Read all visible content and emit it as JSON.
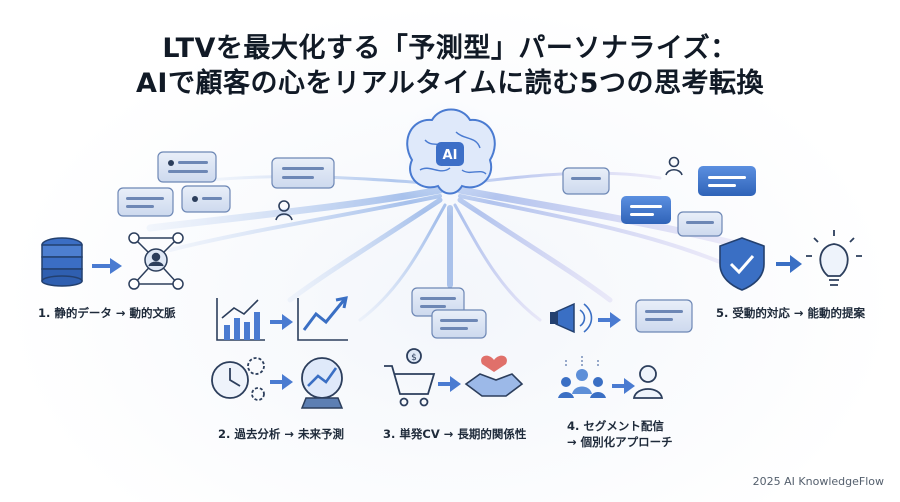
{
  "title": {
    "line1": "LTVを最大化する「予測型」パーソナライズ：",
    "line2": "AIで顧客の心をリアルタイムに読む5つの思考転換"
  },
  "hub": {
    "label": "AI"
  },
  "shifts": [
    {
      "label": "1. 静的データ → 動的文脈"
    },
    {
      "label": "2. 過去分析 → 未来予測"
    },
    {
      "label": "3. 単発CV → 長期的関係性"
    },
    {
      "label": "4. セグメント配信",
      "label2": "→ 個別化アプローチ"
    },
    {
      "label": "5. 受動的対応 → 能動的提案"
    }
  ],
  "footer": "2025 AI KnowledgeFlow",
  "colors": {
    "accent": "#3a6fc4",
    "dark": "#2c3e5c",
    "light": "#dfe8f6",
    "heart": "#e0706a"
  }
}
